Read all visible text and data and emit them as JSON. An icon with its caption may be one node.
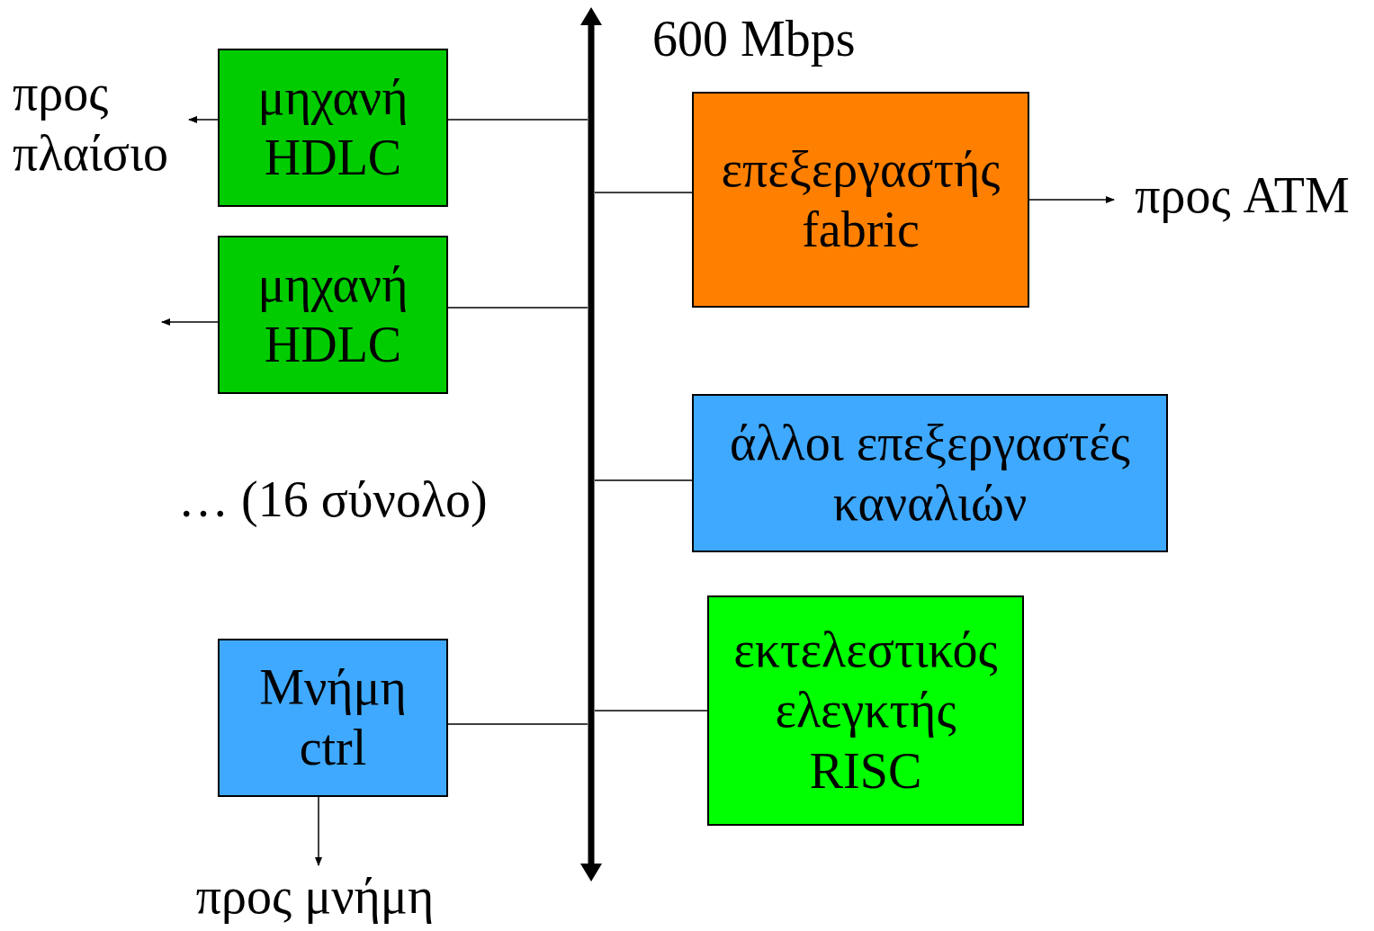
{
  "diagram": {
    "nodes": [
      {
        "text": [],
        "shape": "bar",
        "beside": [
          "600 Mbps"
        ]
      },
      {
        "text": [
          "μηχανή HDLC"
        ]
      },
      {
        "text": [
          "μηχανή HDLC"
        ]
      },
      {
        "text": [
          "επεξεργαστής fabric"
        ]
      },
      {
        "text": [
          "άλλοι επεξεργαστές καναλιών"
        ]
      },
      {
        "text": [
          "Μνήμη ctrl"
        ]
      },
      {
        "text": [
          "εκτελεστικός ελεγκτής RISC"
        ]
      },
      {
        "text": [
          "προς πλαίσιο"
        ]
      },
      {
        "text": [
          "προς ATM"
        ]
      },
      {
        "text": [
          "προς μνήμη"
        ]
      }
    ],
    "edges": [
      {
        "from": 1,
        "to": 0,
        "arrow": "none"
      },
      {
        "from": 2,
        "to": 0,
        "arrow": "none"
      },
      {
        "from": 3,
        "to": 0,
        "arrow": "none"
      },
      {
        "from": 4,
        "to": 0,
        "arrow": "none"
      },
      {
        "from": 5,
        "to": 0,
        "arrow": "none"
      },
      {
        "from": 6,
        "to": 0,
        "arrow": "none"
      },
      {
        "from": 1,
        "to": 7,
        "arrow": "to"
      },
      {
        "from": 2,
        "to": null,
        "arrow": "to"
      },
      {
        "from": 3,
        "to": 8,
        "arrow": "to"
      },
      {
        "from": 5,
        "to": 9,
        "arrow": "to"
      }
    ],
    "labels": [
      "… (16 σύνολο)"
    ]
  }
}
